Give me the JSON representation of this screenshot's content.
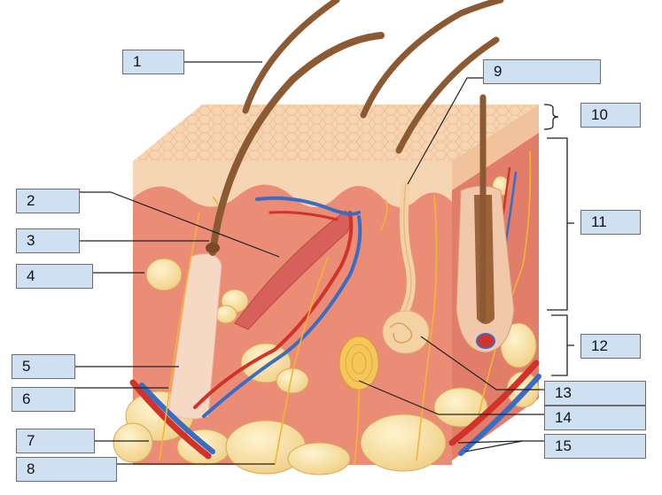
{
  "figure": {
    "subject": "skin-cross-section",
    "colors": {
      "epidermis": "#f6d2ad",
      "dermis": "#e98a74",
      "hypodermis_fat": "#f6dca0",
      "artery": "#d3322b",
      "vein": "#3a6cc4",
      "nerve": "#f2b534",
      "hair": "#8b5a33",
      "label_fill": "#cfe0f3",
      "leader_line": "#222222"
    }
  },
  "labels": [
    {
      "id": "1",
      "text": "1"
    },
    {
      "id": "2",
      "text": "2"
    },
    {
      "id": "3",
      "text": "3"
    },
    {
      "id": "4",
      "text": "4"
    },
    {
      "id": "5",
      "text": "5"
    },
    {
      "id": "6",
      "text": "6"
    },
    {
      "id": "7",
      "text": "7"
    },
    {
      "id": "8",
      "text": "8"
    },
    {
      "id": "9",
      "text": "9"
    },
    {
      "id": "10",
      "text": "10"
    },
    {
      "id": "11",
      "text": "11"
    },
    {
      "id": "12",
      "text": "12"
    },
    {
      "id": "13",
      "text": "13"
    },
    {
      "id": "14",
      "text": "14"
    },
    {
      "id": "15",
      "text": "15"
    }
  ]
}
